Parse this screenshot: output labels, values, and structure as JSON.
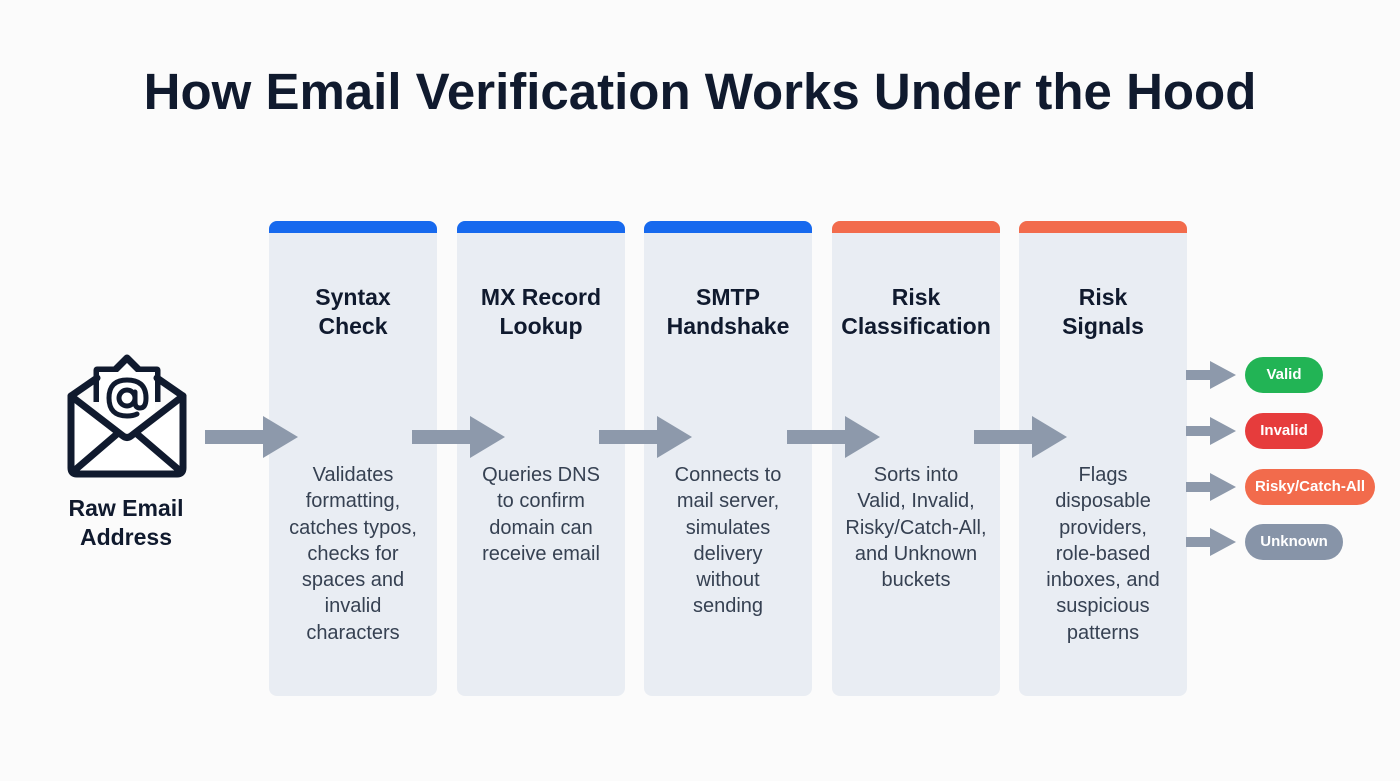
{
  "title": "How Email Verification Works Under the Hood",
  "source": {
    "label_line1": "Raw Email",
    "label_line2": "Address",
    "icon": "envelope-at-icon"
  },
  "steps": [
    {
      "title_line1": "Syntax",
      "title_line2": "Check",
      "accent": "#1769ee",
      "desc": [
        "Validates",
        "formatting,",
        "catches typos,",
        "checks for",
        "spaces and",
        "invalid",
        "characters"
      ]
    },
    {
      "title_line1": "MX Record",
      "title_line2": "Lookup",
      "accent": "#1769ee",
      "desc": [
        "Queries DNS",
        "to confirm",
        "domain can",
        "receive email"
      ]
    },
    {
      "title_line1": "SMTP",
      "title_line2": "Handshake",
      "accent": "#1769ee",
      "desc": [
        "Connects to",
        "mail server,",
        "simulates",
        "delivery",
        "without",
        "sending"
      ]
    },
    {
      "title_line1": "Risk",
      "title_line2": "Classification",
      "accent": "#f26b4c",
      "desc": [
        "Sorts into",
        "Valid, Invalid,",
        "Risky/Catch-All,",
        "and Unknown",
        "buckets"
      ]
    },
    {
      "title_line1": "Risk",
      "title_line2": "Signals",
      "accent": "#f26b4c",
      "desc": [
        "Flags",
        "disposable",
        "providers,",
        "role-based",
        "inboxes, and",
        "suspicious",
        "patterns"
      ]
    }
  ],
  "outcomes": [
    {
      "label": "Valid",
      "color": "#22b455"
    },
    {
      "label": "Invalid",
      "color": "#e63c3c"
    },
    {
      "label": "Risky/Catch-All",
      "color": "#f26b4c"
    },
    {
      "label": "Unknown",
      "color": "#8794a8"
    }
  ],
  "colors": {
    "arrow": "#8d99ab",
    "card_bg": "#e9edf3",
    "title": "#101a2e"
  }
}
